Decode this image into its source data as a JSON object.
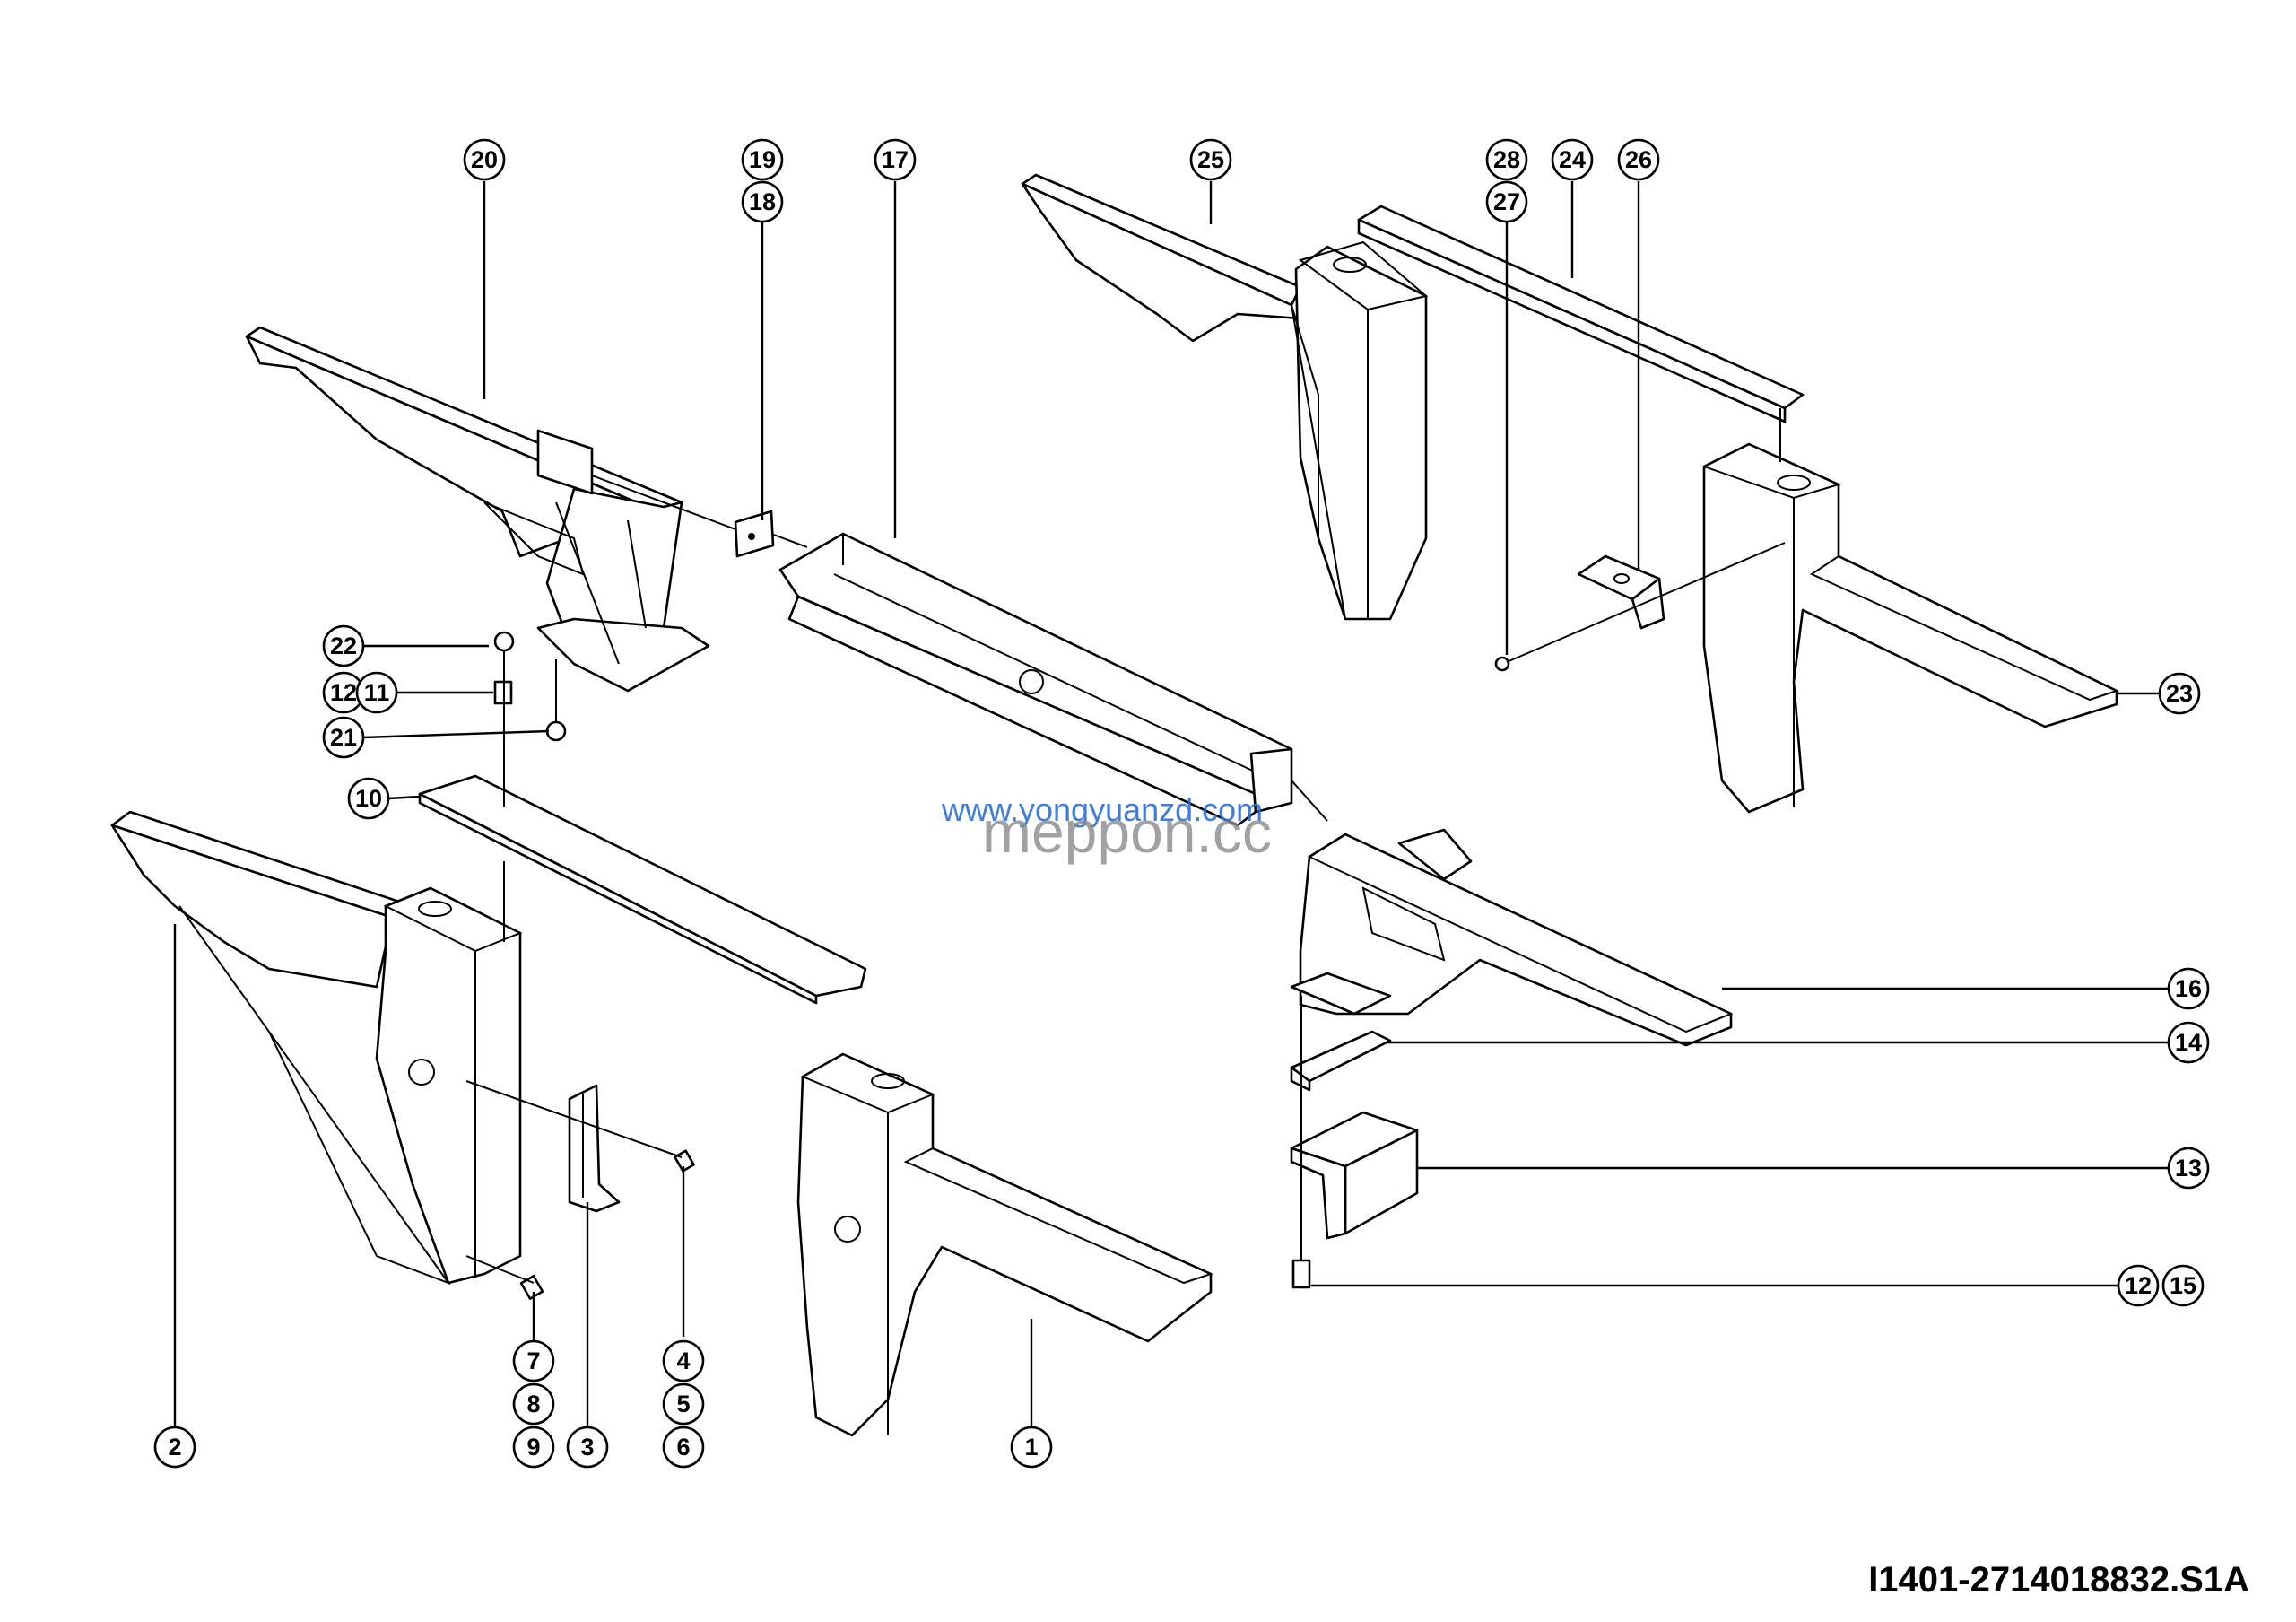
{
  "drawing_number": "I1401-2714018832.S1A",
  "watermark": {
    "line1": "www.yongyuanzd.com",
    "line2": "meppon.cc"
  },
  "callouts": {
    "c20": "20",
    "c19": "19",
    "c18": "18",
    "c17": "17",
    "c25": "25",
    "c28": "28",
    "c27": "27",
    "c24": "24",
    "c26": "26",
    "c22": "22",
    "c12a": "12",
    "c11": "11",
    "c21": "21",
    "c10": "10",
    "c23": "23",
    "c16": "16",
    "c14": "14",
    "c13": "13",
    "c12b": "12",
    "c15": "15",
    "c7": "7",
    "c8": "8",
    "c9": "9",
    "c3": "3",
    "c4": "4",
    "c5": "5",
    "c6": "6",
    "c2": "2",
    "c1": "1"
  }
}
